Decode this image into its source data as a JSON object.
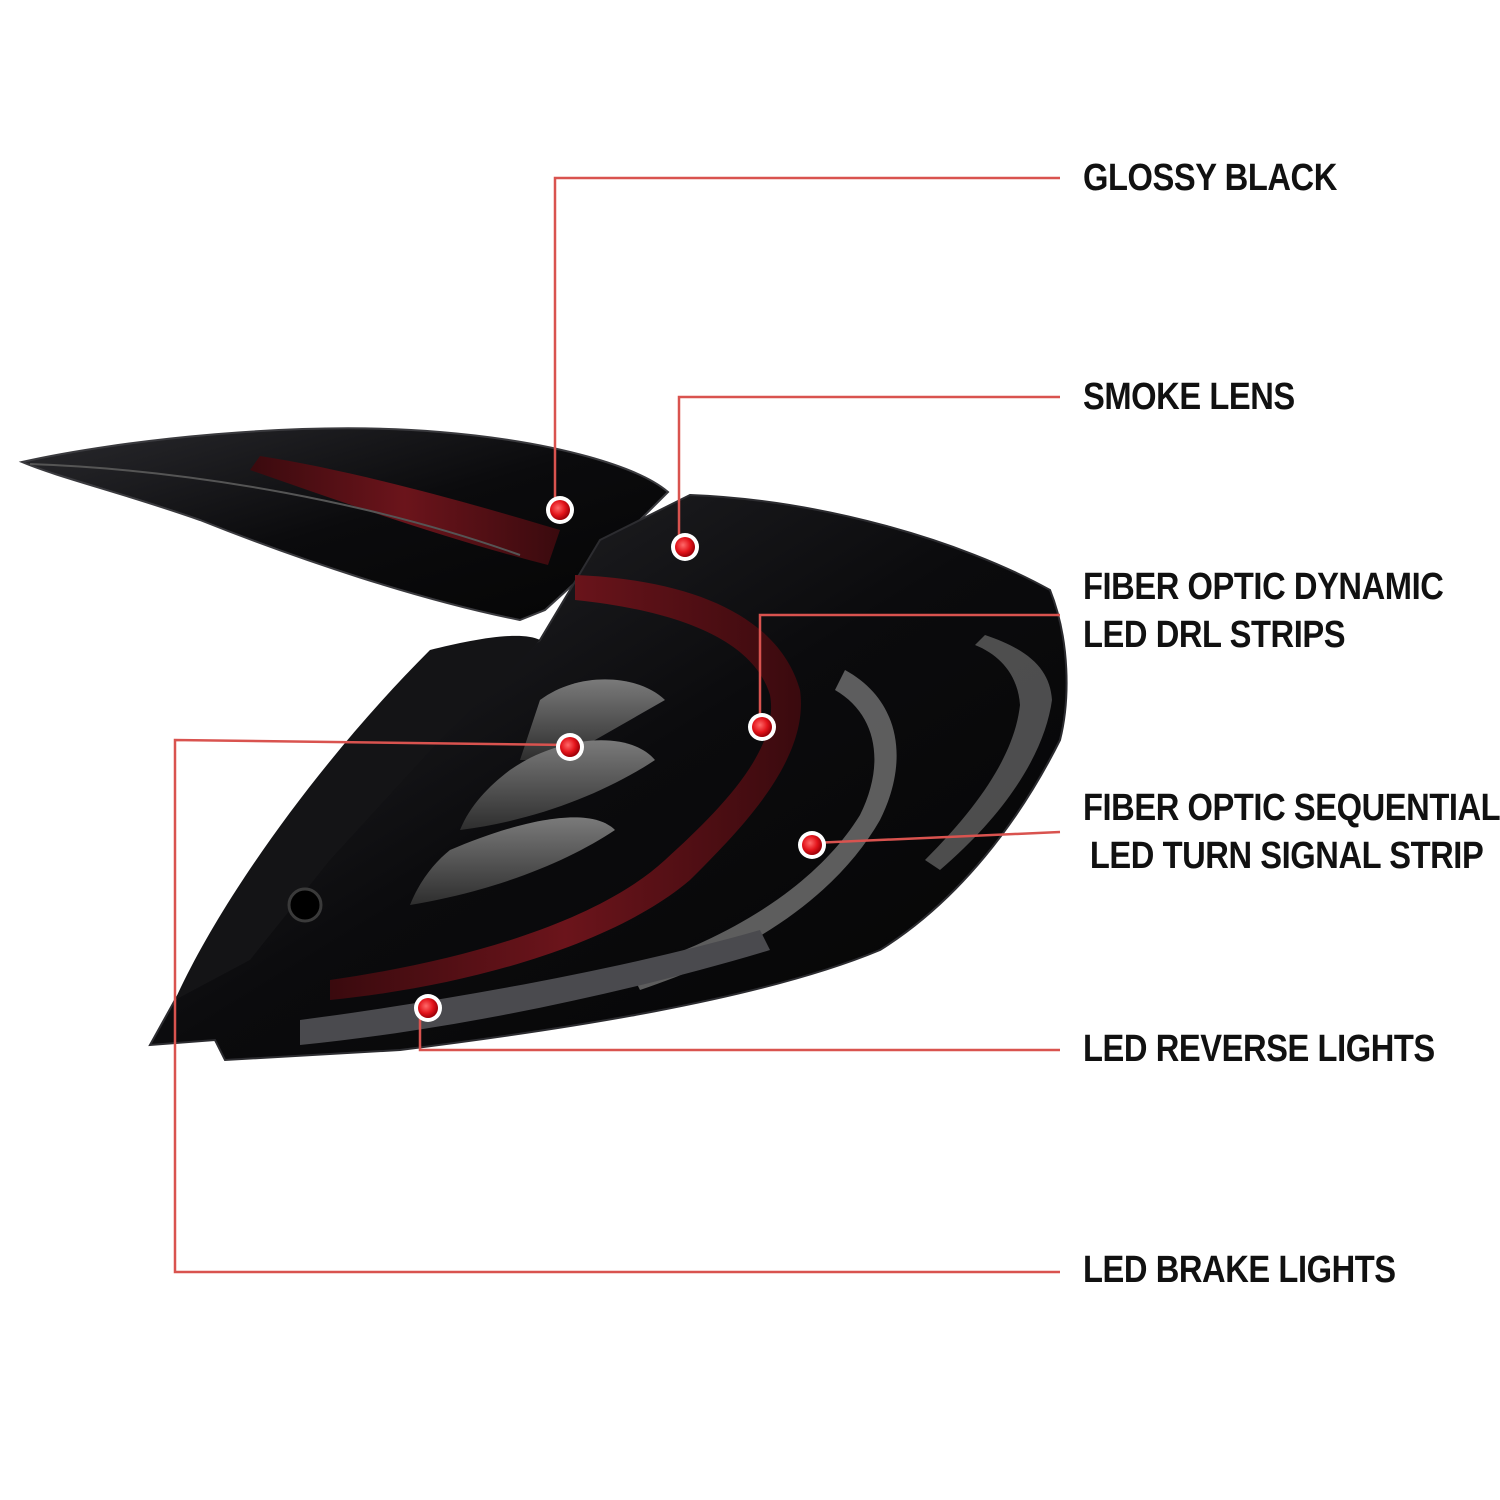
{
  "callouts": [
    {
      "id": "glossy-black",
      "lines": [
        "GLOSSY BLACK"
      ]
    },
    {
      "id": "smoke-lens",
      "lines": [
        "SMOKE LENS"
      ]
    },
    {
      "id": "drl",
      "lines": [
        "FIBER OPTIC DYNAMIC",
        "LED DRL STRIPS"
      ]
    },
    {
      "id": "turn-signal",
      "lines": [
        "FIBER OPTIC SEQUENTIAL",
        "LED TURN SIGNAL STRIP"
      ]
    },
    {
      "id": "reverse",
      "lines": [
        "LED REVERSE LIGHTS"
      ]
    },
    {
      "id": "brake",
      "lines": [
        "LED BRAKE LIGHTS"
      ]
    }
  ],
  "colors": {
    "leader_line": "#d9534f",
    "marker": "#e3141b",
    "housing": "#0c0c0e",
    "light_bar": "#5a0f15",
    "smoke_lens": "#4a4a4a"
  }
}
